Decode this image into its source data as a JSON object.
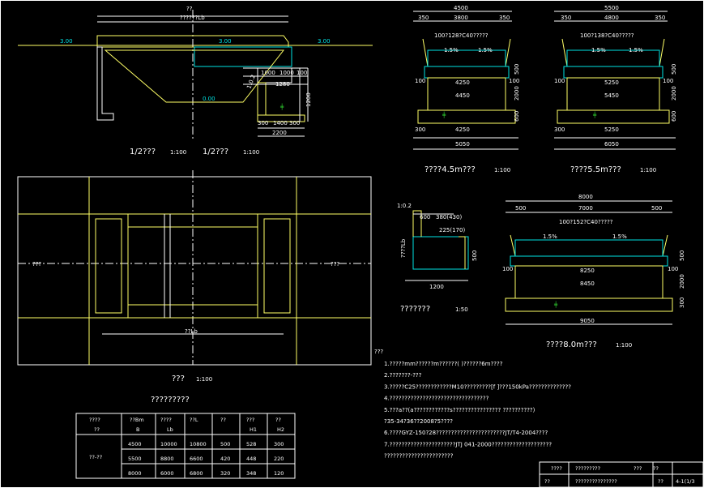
{
  "drawing": {
    "section_left": "1/2???",
    "section_left_scale": "1:100",
    "section_right": "1/2???",
    "section_right_scale": "1:100",
    "plan_title": "???",
    "plan_scale": "1:100",
    "w45_title": "????4.5m???",
    "w45_scale": "1:100",
    "w55_title": "????5.5m???",
    "w55_scale": "1:100",
    "w80_title": "????8.0m???",
    "w80_scale": "1:100",
    "detail_title": "???????",
    "detail_scale": "1:50",
    "table_title": "?????????",
    "axis_label": "???",
    "elev_left": "3.00",
    "elev_mid": "3.00",
    "elev_right": "3.00",
    "elev_bottom": "0.00",
    "top_label": "??",
    "top_sub": "??????Lb",
    "bottom_label": "??Lb",
    "slope": "1:0.2",
    "dims_left": [
      "1000",
      "1000",
      "100",
      "1280",
      "300",
      "1400",
      "300",
      "2200",
      "1200"
    ],
    "dims_45": [
      "4500",
      "350",
      "3800",
      "350",
      "100",
      "4250",
      "100",
      "4450",
      "4250",
      "5050",
      "500",
      "2000",
      "600",
      "300"
    ],
    "dims_55": [
      "5500",
      "350",
      "4800",
      "350",
      "100",
      "5250",
      "100",
      "5450",
      "5250",
      "6050",
      "500",
      "2000",
      "600",
      "300"
    ],
    "dims_80": [
      "8000",
      "500",
      "7000",
      "500",
      "100",
      "8250",
      "100",
      "8450",
      "9050",
      "500",
      "2000",
      "300"
    ],
    "slab_45": "100?128?C40?????",
    "slab_55": "100?138?C40?????",
    "slab_80": "100?152?C40?????",
    "slope_pct": "1.5%",
    "detail_dims": [
      "1:0.2",
      "600",
      "380(430)",
      "225(170)",
      "1200",
      "500",
      "????Lb"
    ]
  },
  "table": {
    "headers": [
      "????",
      "??Bm",
      "????",
      "??L",
      "??",
      "???",
      "??"
    ],
    "subheaders": [
      "",
      "B",
      "Lb",
      "",
      "",
      "H1",
      "H2"
    ],
    "group_label": "??",
    "group_label2": "??-??",
    "rows": [
      [
        "4500",
        "10000",
        "10800",
        "500",
        "528",
        "300"
      ],
      [
        "5500",
        "8800",
        "6600",
        "420",
        "448",
        "220"
      ],
      [
        "8000",
        "6000",
        "6800",
        "320",
        "348",
        "120"
      ]
    ]
  },
  "notes": {
    "heading": "???",
    "lines": [
      "1.?????mm??????m??????(  )??????6m????",
      "2.???????-???",
      "3.?????C25????????????M10?????????[f ]???150kPa??????????????",
      "4.?????????????????????????????????",
      "5.???a??(a????????????s???????????????? ??????????)",
      "  ?35-34?36??2008?5????",
      "6.????GYZ-150?28???????????????????????JT/T4-2004????",
      "7.??????????????????????JTJ 041-2000????????????????????",
      "  ???????????????????????"
    ]
  },
  "title_block": {
    "r1c1": "????",
    "r1c2": "?????????",
    "r1c3": "???",
    "r1c4": "??",
    "r2c1": "??",
    "r2c2": "???????????????",
    "r2c3": "??",
    "r2c4": "4-1(1/3"
  }
}
